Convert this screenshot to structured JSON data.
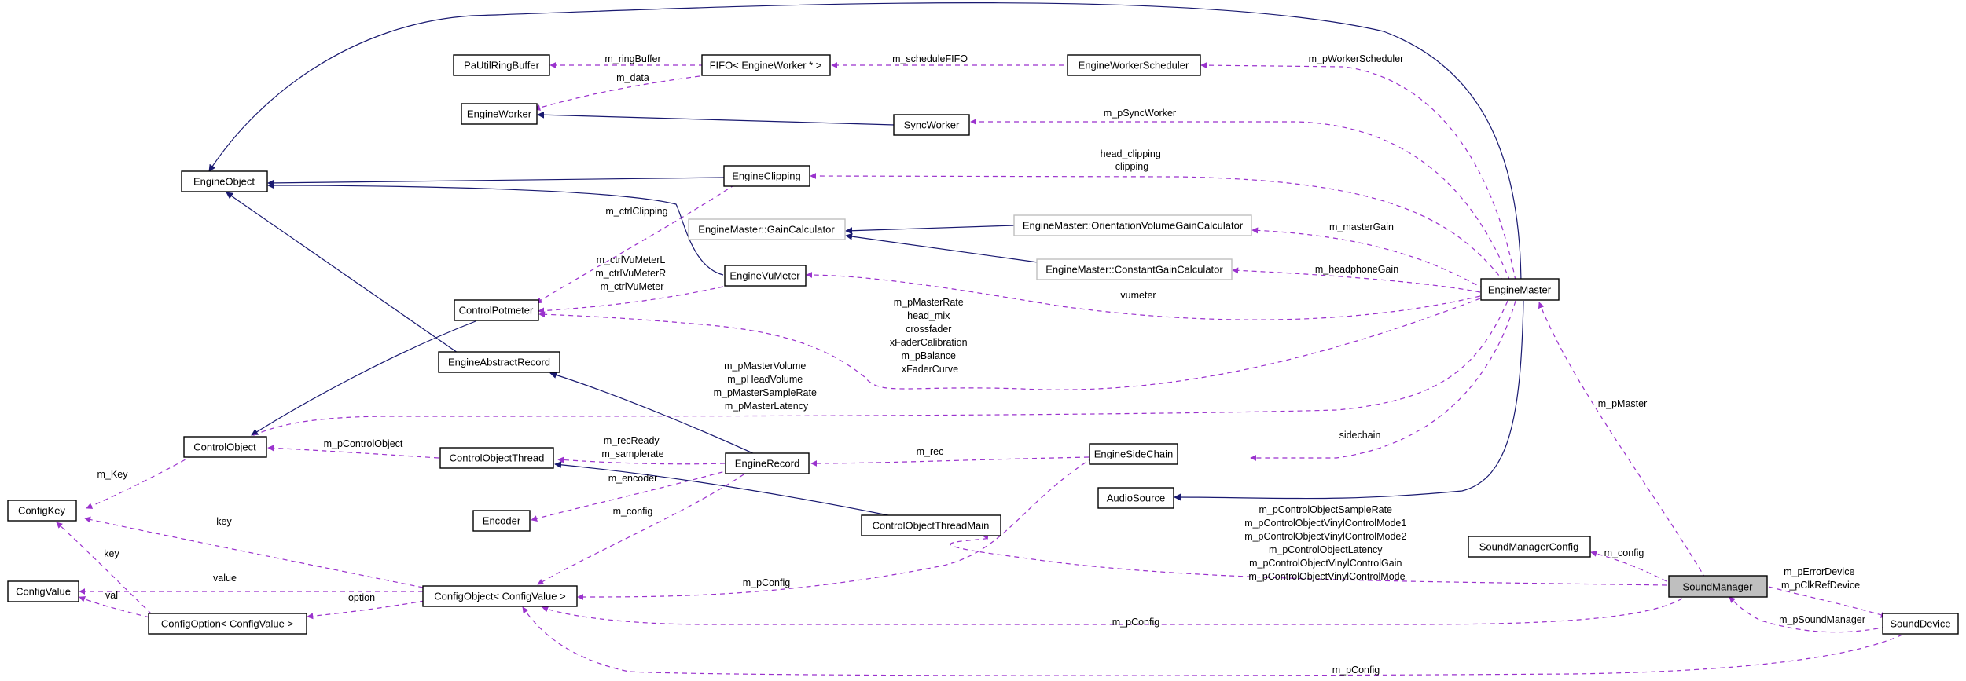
{
  "colors": {
    "usage": "#9a32cd",
    "inherit": "#191970",
    "focus_fill": "#bfbfbf",
    "external_border": "#bfbfbf"
  },
  "nodes": {
    "PaUtilRingBuffer": "PaUtilRingBuffer",
    "EngineWorker": "EngineWorker",
    "FIFO": "FIFO< EngineWorker * >",
    "EngineWorkerScheduler": "EngineWorkerScheduler",
    "SyncWorker": "SyncWorker",
    "EngineObject": "EngineObject",
    "EngineClipping": "EngineClipping",
    "GainCalculator": "EngineMaster::GainCalculator",
    "OrientationVolumeGainCalculator": "EngineMaster::OrientationVolumeGainCalculator",
    "ConstantGainCalculator": "EngineMaster::ConstantGainCalculator",
    "EngineVuMeter": "EngineVuMeter",
    "ControlPotmeter": "ControlPotmeter",
    "EngineMaster": "EngineMaster",
    "EngineAbstractRecord": "EngineAbstractRecord",
    "ControlObject": "ControlObject",
    "ControlObjectThread": "ControlObjectThread",
    "EngineRecord": "EngineRecord",
    "EngineSideChain": "EngineSideChain",
    "ConfigKey": "ConfigKey",
    "Encoder": "Encoder",
    "AudioSource": "AudioSource",
    "ControlObjectThreadMain": "ControlObjectThreadMain",
    "SoundManagerConfig": "SoundManagerConfig",
    "ConfigValue": "ConfigValue",
    "ConfigObject": "ConfigObject< ConfigValue >",
    "SoundManager": "SoundManager",
    "ConfigOption": "ConfigOption< ConfigValue >",
    "SoundDevice": "SoundDevice"
  },
  "edge_labels": {
    "m_pWorkerScheduler": [
      "m_pWorkerScheduler"
    ],
    "m_ringBuffer": [
      "m_ringBuffer"
    ],
    "m_scheduleFIFO": [
      "m_scheduleFIFO"
    ],
    "m_data": [
      "m_data"
    ],
    "m_pSyncWorker": [
      "m_pSyncWorker"
    ],
    "clipping": [
      "head_clipping",
      "clipping"
    ],
    "m_ctrlClipping": [
      "m_ctrlClipping"
    ],
    "m_masterGain": [
      "m_masterGain"
    ],
    "m_headphoneGain": [
      "m_headphoneGain"
    ],
    "vumeter_ctrls": [
      "m_ctrlVuMeterL",
      "m_ctrlVuMeterR",
      "m_ctrlVuMeter"
    ],
    "vumeter": [
      "vumeter"
    ],
    "potmeter_ctrls": [
      "m_pMasterRate",
      "head_mix",
      "crossfader",
      "xFaderCalibration",
      "m_pBalance",
      "xFaderCurve"
    ],
    "master_ctrls": [
      "m_pMasterVolume",
      "m_pHeadVolume",
      "m_pMasterSampleRate",
      "m_pMasterLatency"
    ],
    "m_pMaster": [
      "m_pMaster"
    ],
    "sidechain": [
      "sidechain"
    ],
    "m_pControlObject": [
      "m_pControlObject"
    ],
    "m_Key": [
      "m_Key"
    ],
    "record_thread": [
      "m_recReady",
      "m_samplerate"
    ],
    "m_rec": [
      "m_rec"
    ],
    "m_encoder": [
      "m_encoder"
    ],
    "m_config_rec": [
      "m_config"
    ],
    "key1": [
      "key"
    ],
    "key2": [
      "key"
    ],
    "soundmanager_ctrls": [
      "m_pControlObjectSampleRate",
      "m_pControlObjectVinylControlMode1",
      "m_pControlObjectVinylControlMode2",
      "m_pControlObjectLatency",
      "m_pControlObjectVinylControlGain",
      "m_pControlObjectVinylControlMode"
    ],
    "m_config_sm": [
      "m_config"
    ],
    "value": [
      "value"
    ],
    "m_pConfig_side": [
      "m_pConfig"
    ],
    "option": [
      "option"
    ],
    "val": [
      "val"
    ],
    "m_pConfig_sm": [
      "m_pConfig"
    ],
    "device_refs": [
      "m_pErrorDevice",
      "m_pClkRefDevice"
    ],
    "m_pSoundManager": [
      "m_pSoundManager"
    ],
    "m_pConfig_dev": [
      "m_pConfig"
    ]
  }
}
